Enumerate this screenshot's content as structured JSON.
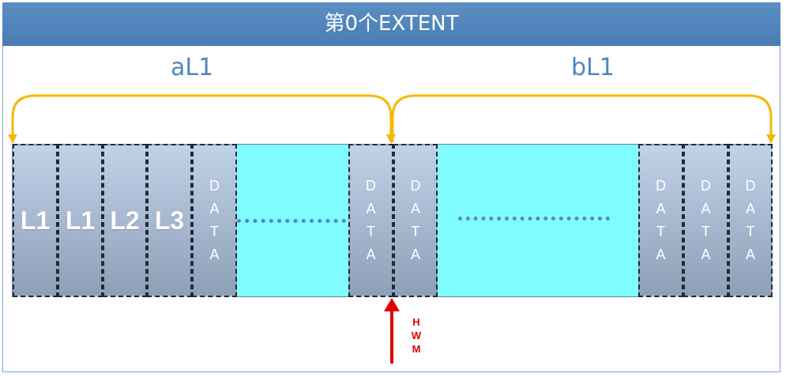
{
  "title": "第0个EXTENT",
  "groups": [
    {
      "label": "aL1"
    },
    {
      "label": "bL1"
    }
  ],
  "blocks": [
    {
      "kind": "meta",
      "label": "L1"
    },
    {
      "kind": "meta",
      "label": "L1"
    },
    {
      "kind": "meta",
      "label": "L2"
    },
    {
      "kind": "meta",
      "label": "L3"
    },
    {
      "kind": "data",
      "label": "DATA"
    },
    {
      "kind": "data",
      "label": "DATA"
    },
    {
      "kind": "data",
      "label": "DATA"
    },
    {
      "kind": "data",
      "label": "DATA"
    },
    {
      "kind": "data",
      "label": "DATA"
    },
    {
      "kind": "data",
      "label": "DATA"
    }
  ],
  "hwm": {
    "label": "HWM"
  },
  "colors": {
    "title_bar": "#4f86c1",
    "group_label": "#4f86c1",
    "unused_space": "#7ffcff",
    "arc": "#f5b800",
    "hwm_arrow": "#e00000"
  }
}
